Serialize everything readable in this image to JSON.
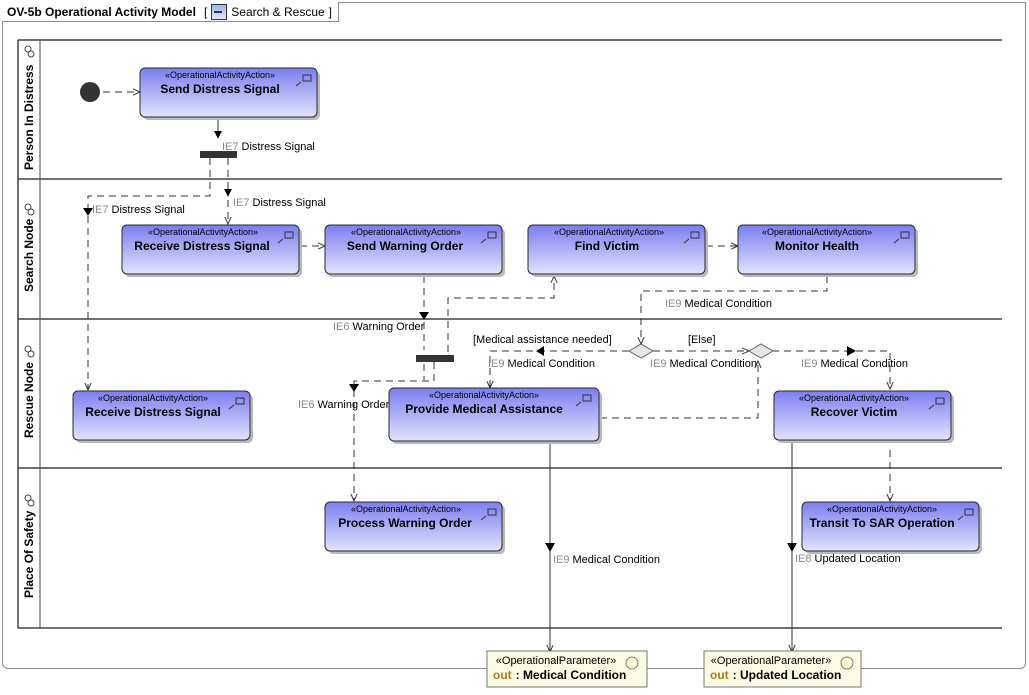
{
  "diagram": {
    "title": "OV-5b Operational Activity Model",
    "bracket_open": "[",
    "context": "Search & Rescue",
    "bracket_close": "]",
    "context_icon": "activity-diagram-icon"
  },
  "lanes": [
    {
      "name": "Person In Distress"
    },
    {
      "name": "Search Node"
    },
    {
      "name": "Rescue Node"
    },
    {
      "name": "Place Of Safety"
    }
  ],
  "stereotype": "«OperationalActivityAction»",
  "actions": {
    "send_distress": "Send Distress Signal",
    "receive_distress_search": "Receive Distress Signal",
    "send_warning": "Send Warning Order",
    "find_victim": "Find Victim",
    "monitor_health": "Monitor Health",
    "receive_distress_rescue": "Receive Distress Signal",
    "provide_medical": "Provide Medical Assistance",
    "recover_victim": "Recover Victim",
    "process_warning": "Process Warning Order",
    "transit_sar": "Transit To SAR Operation"
  },
  "flows": {
    "ie7_a_code": "IE7",
    "ie7_a_text": "Distress Signal",
    "ie7_b_code": "IE7",
    "ie7_b_text": "Distress Signal",
    "ie7_c_code": "IE7",
    "ie7_c_text": "Distress Signal",
    "ie9_monitor_code": "IE9",
    "ie9_monitor_text": "Medical Condition",
    "ie6_a_code": "IE6",
    "ie6_a_text": "Warning Order",
    "ie6_b_code": "IE6",
    "ie6_b_text": "Warning Order",
    "guard_medical": "[Medical assistance needed]",
    "guard_else": "[Else]",
    "ie9_provide_code": "IE9",
    "ie9_provide_text": "Medical Condition",
    "ie9_mid_code": "IE9",
    "ie9_mid_text": "Medical Condition",
    "ie9_recover_code": "IE9",
    "ie9_recover_text": "Medical Condition",
    "ie9_out_code": "IE9",
    "ie9_out_text": "Medical Condition",
    "ie8_code": "IE8",
    "ie8_text": "Updated Location"
  },
  "parameters": [
    {
      "stereotype": "«OperationalParameter»",
      "direction": "out",
      "name": ": Medical Condition"
    },
    {
      "stereotype": "«OperationalParameter»",
      "direction": "out",
      "name": ": Updated Location"
    }
  ],
  "colors": {
    "action_top": "#7b7ef0",
    "action_bottom": "#e2e3fb",
    "parameter_fill": "#fbfbe4"
  }
}
